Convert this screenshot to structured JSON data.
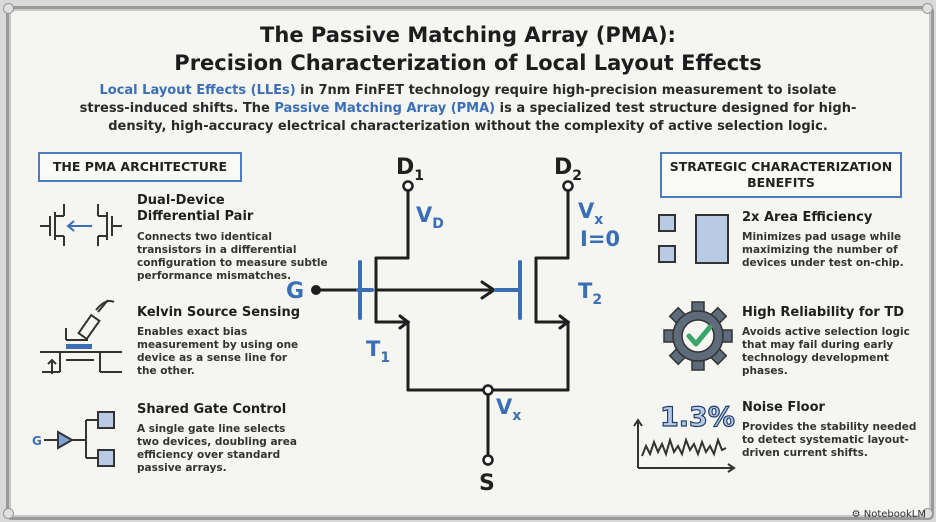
{
  "header": {
    "title_line1": "The Passive Matching Array (PMA):",
    "title_line2": "Precision Characterization of Local Layout Effects"
  },
  "intro": {
    "part1": "Local Layout Effects (LLEs)",
    "part2": " in 7nm FinFET technology require high-precision measurement to isolate stress-induced shifts. The ",
    "part3": "Passive Matching Array (PMA)",
    "part4": " is a specialized test structure designed for high-density, high-accuracy electrical characterization without the complexity of active selection logic."
  },
  "left": {
    "heading": "THE PMA ARCHITECTURE",
    "items": [
      {
        "title_l1": "Dual-Device",
        "title_l2": "Differential Pair",
        "desc": [
          "Connects two identical",
          "transistors in a differential",
          "configuration to measure subtle",
          "performance mismatches."
        ]
      },
      {
        "title_l1": "Kelvin Source Sensing",
        "desc": [
          "Enables exact bias",
          "measurement by using one",
          "device as a sense line for",
          "the other."
        ]
      },
      {
        "title_l1": "Shared Gate Control",
        "desc": [
          "A single gate line selects",
          "two devices, doubling area",
          "efficiency over standard",
          "passive arrays."
        ]
      }
    ],
    "gate_icon_label": "G"
  },
  "right": {
    "heading_l1": "STRATEGIC CHARACTERIZATION",
    "heading_l2": "BENEFITS",
    "items": [
      {
        "title": "2x Area Efficiency",
        "desc": [
          "Minimizes pad usage while",
          "maximizing the number of",
          "devices under test on-chip."
        ]
      },
      {
        "title": "High Reliability for TD",
        "desc": [
          "Avoids active selection logic",
          "that may fail during early",
          "technology development phases."
        ]
      },
      {
        "title": "Noise Floor",
        "desc": [
          "Provides the stability needed",
          "to detect systematic layout-",
          "driven current shifts."
        ]
      }
    ],
    "noise_value": "1.3%"
  },
  "circuit": {
    "d1": "D",
    "d1_sub": "1",
    "d2": "D",
    "d2_sub": "2",
    "vd": "V",
    "vd_sub": "D",
    "vx_top": "V",
    "vx_top_sub": "x",
    "i_zero": "I=0",
    "g": "G",
    "t1": "T",
    "t1_sub": "1",
    "t2": "T",
    "t2_sub": "2",
    "vx_bottom": "V",
    "vx_bottom_sub": "x",
    "s": "S"
  },
  "footer": {
    "brand": "NotebookLM"
  },
  "colors": {
    "accent": "#3a6fb6",
    "ink": "#1f1f1f",
    "board": "#f5f5f1"
  }
}
